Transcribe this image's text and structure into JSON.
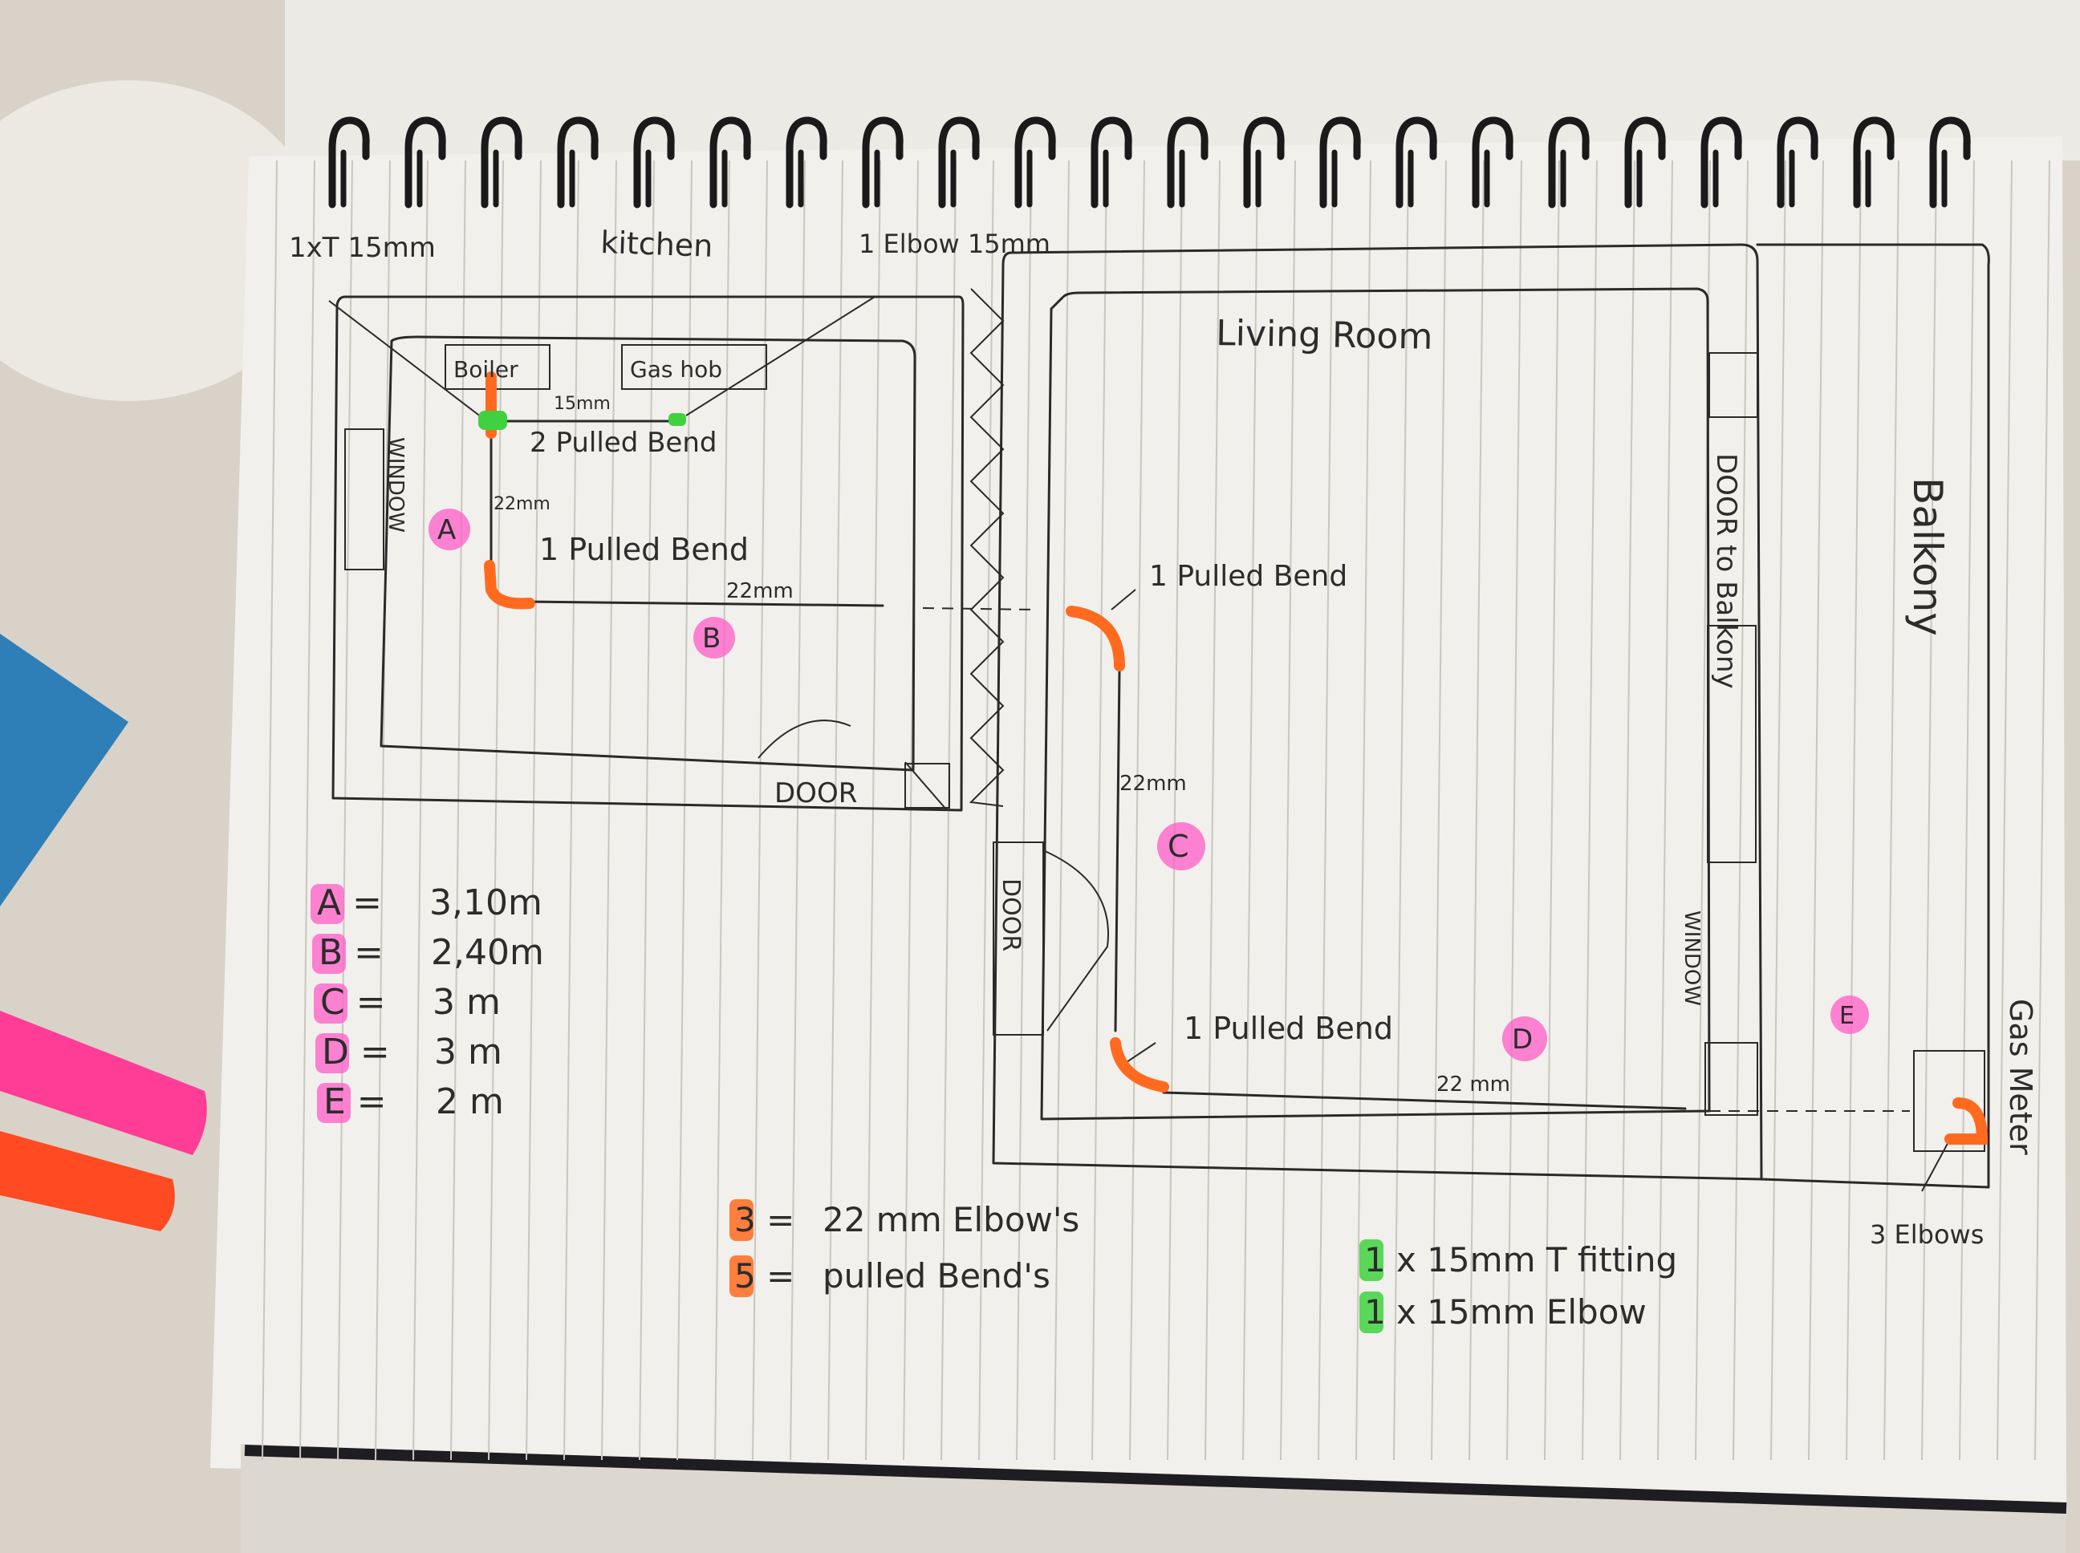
{
  "rooms": {
    "kitchen": "kitchen",
    "living_room": "Living Room",
    "balcony": "Balkony",
    "boiler": "Boiler",
    "gas_hob": "Gas hob",
    "gas_meter": "Gas Meter",
    "door_to_balcony": "DOOR to Balkony",
    "kitchen_door": "DOOR",
    "living_door": "DOOR",
    "kitchen_window": "WINDOW",
    "living_window": "WINDOW"
  },
  "annotations": {
    "tee_note": "1xT 15mm",
    "elbow_note": "1 Elbow 15mm",
    "gas_meter_elbows": "3 Elbows",
    "pulled_bend_2": "2 Pulled Bend",
    "pulled_bend_kitchen": "1 Pulled Bend",
    "pulled_bend_living_top": "1 Pulled Bend",
    "pulled_bend_living_bottom": "1 Pulled Bend",
    "pipe_15mm": "15mm",
    "pipe_22mm_a": "22mm",
    "pipe_22mm_b": "22mm",
    "pipe_22mm_c": "22mm",
    "pipe_22mm_d": "22 mm"
  },
  "section_labels": {
    "a": "A",
    "b": "B",
    "c": "C",
    "d": "D",
    "e": "E"
  },
  "measurements": [
    {
      "label": "A",
      "value": "3,10m"
    },
    {
      "label": "B",
      "value": "2,40m"
    },
    {
      "label": "C",
      "value": "3 m"
    },
    {
      "label": "D",
      "value": "3 m"
    },
    {
      "label": "E",
      "value": "2 m"
    }
  ],
  "fittings": [
    {
      "count": "3",
      "text": "22 mm Elbow's"
    },
    {
      "count": "5",
      "text": "pulled Bend's"
    },
    {
      "count": "1",
      "text": "x 15mm T fitting"
    },
    {
      "count": "1",
      "text": "x 15mm Elbow"
    }
  ],
  "colors": {
    "orange_highlight": "#ff6a1f",
    "pink_highlight": "#ff5cc7",
    "green_highlight": "#3fd13f",
    "ink": "#2a2a2a",
    "paper": "#f4f2ee"
  }
}
